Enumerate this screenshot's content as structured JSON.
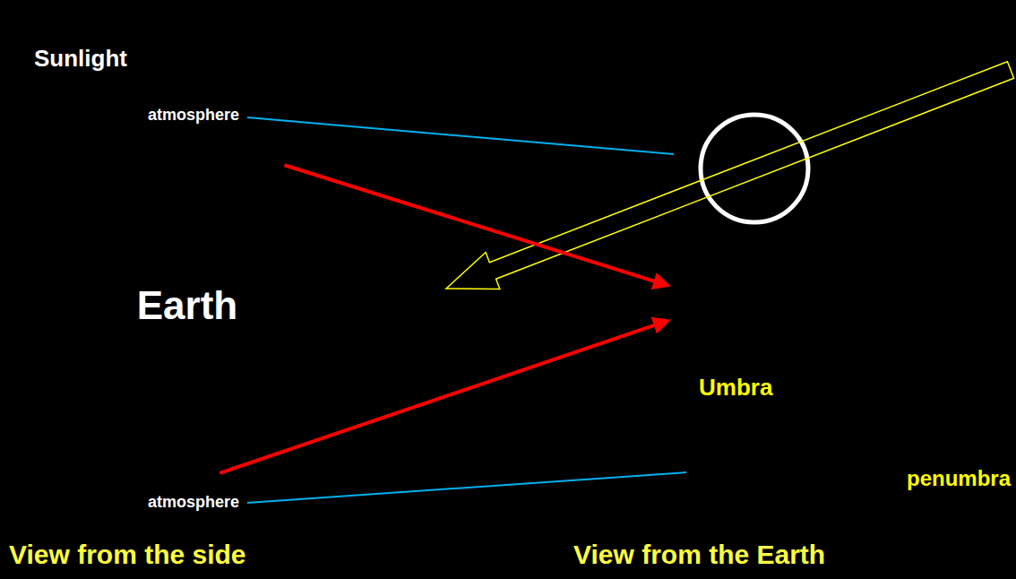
{
  "diagram": {
    "nodes": [
      {
        "text": [
          "Earth"
        ]
      },
      {
        "text": [
          "penumbra"
        ]
      },
      {
        "text": [
          "Umbra"
        ],
        "in": 1
      }
    ],
    "edges": [
      {
        "from": 0,
        "to": 2,
        "arrow": "to"
      },
      {
        "from": 0,
        "to": 2,
        "arrow": "to"
      }
    ],
    "labels": [
      "Sunlight",
      "atmosphere",
      "atmosphere",
      "View from the side",
      "View from the Earth"
    ]
  }
}
